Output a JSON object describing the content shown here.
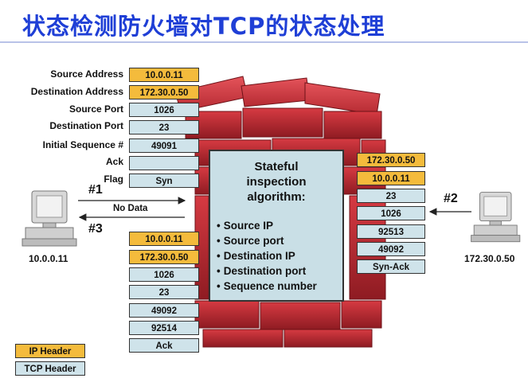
{
  "title": "状态检测防火墙对TCP的状态处理",
  "left_packet": {
    "labels": [
      "Source Address",
      "Destination Address",
      "Source Port",
      "Destination Port",
      "Initial Sequence #",
      "Ack",
      "Flag"
    ],
    "values": [
      "10.0.0.11",
      "172.30.0.50",
      "1026",
      "23",
      "49091",
      "",
      "Syn"
    ]
  },
  "right_packet": {
    "values": [
      "172.30.0.50",
      "10.0.0.11",
      "23",
      "1026",
      "92513",
      "49092",
      "Syn-Ack"
    ]
  },
  "bottom_packet": {
    "values": [
      "10.0.0.11",
      "172.30.0.50",
      "1026",
      "23",
      "49092",
      "92514",
      "Ack"
    ]
  },
  "center": {
    "title": "Stateful\ninspection\nalgorithm:",
    "items": [
      "Source IP",
      "Source port",
      "Destination IP",
      "Destination port",
      "Sequence number"
    ]
  },
  "arrows": {
    "one": "#1",
    "two": "#2",
    "three": "#3",
    "no_data": "No Data"
  },
  "hosts": {
    "left_ip": "10.0.0.11",
    "right_ip": "172.30.0.50"
  },
  "legend": {
    "ip_header": "IP Header",
    "tcp_header": "TCP Header"
  },
  "colors": {
    "ip_header": "#f4bb3c",
    "tcp_header": "#cfe3ea",
    "brick": "#b3232b",
    "title": "#1f3fd6"
  }
}
